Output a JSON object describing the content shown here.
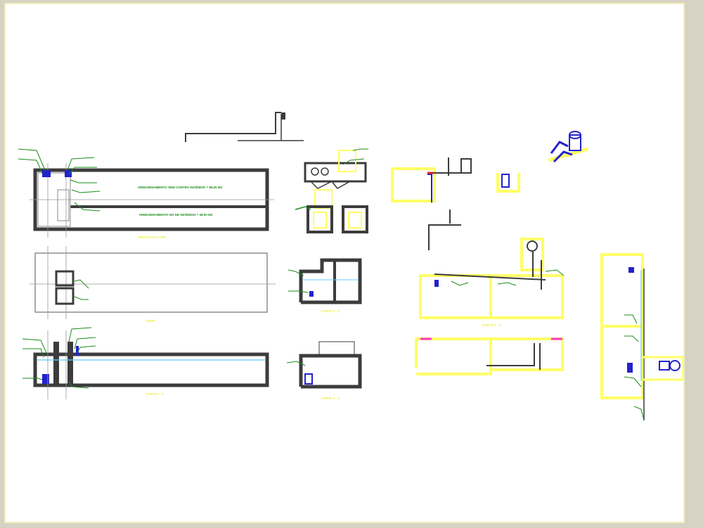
{
  "colors": {
    "background": "#ffffff",
    "frame": "#f3eebd",
    "wall_dark": "#3c3c3c",
    "wall_yellow": "#ffff66",
    "wall_yellow_edge": "#e6e600",
    "annotation_green": "#1a8c1a",
    "pipe_blue": "#2222cc",
    "pipe_cyan": "#66ccff",
    "accent_red": "#e02020",
    "accent_magenta": "#ff33cc",
    "marker_orange": "#d08a00"
  },
  "labels": {
    "cistern_top_note": "ARMAZENAMENTO SEM CONTRA INCÊNDIO = 85,00 M3",
    "cistern_bottom_note": "ARMAZENAMENTO NO DE INCÊNDIO = 38,00 M3",
    "plan_title": "PISO PLANTA TIPO",
    "cover_title": "TAMPA",
    "section_1_title": "CORTE 1 - 1",
    "section_2_title": "CORTE 2 - 2",
    "section_3_title": "CORTE 3 - 3",
    "section_4_title": "CORTE 4 - 4"
  }
}
